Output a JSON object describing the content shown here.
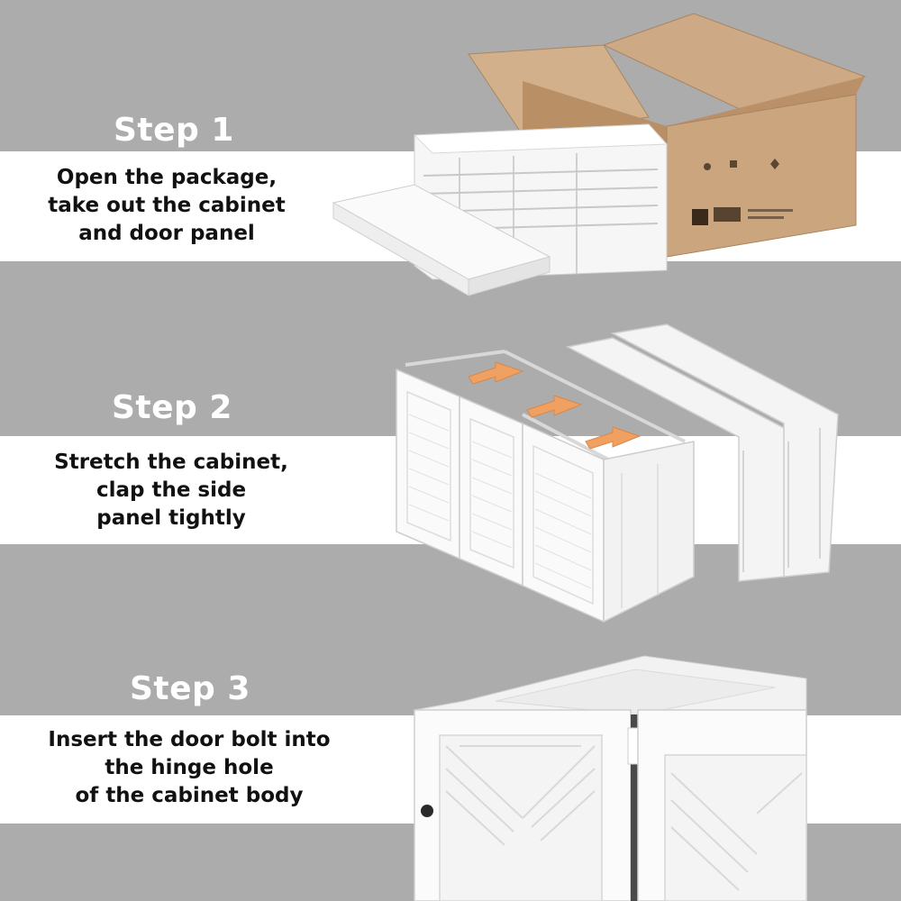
{
  "steps": [
    {
      "title": "Step 1",
      "lines": [
        "Open the package,",
        "take out the cabinet",
        "and door panel"
      ]
    },
    {
      "title": "Step 2",
      "lines": [
        "Stretch the cabinet,",
        "clap the side",
        "panel tightly"
      ]
    },
    {
      "title": "Step 3",
      "lines": [
        "Insert the door bolt into",
        "the hinge hole",
        "of the cabinet body"
      ]
    }
  ],
  "colors": {
    "background": "#acacac",
    "band": "#ffffff",
    "title_text": "#ffffff",
    "desc_text": "#111111",
    "box": "#c9a57f",
    "arrow": "#f0a060"
  }
}
